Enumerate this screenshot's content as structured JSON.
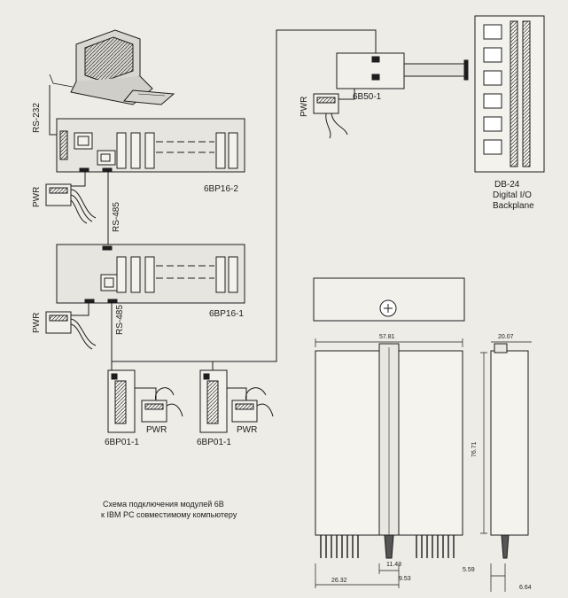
{
  "labels": {
    "rs232": "RS-232",
    "rs485_top": "RS-485",
    "rs485_bottom": "RS-485",
    "pwr_top_left": "PWR",
    "pwr_mid_left": "PWR",
    "pwr_6b50": "PWR",
    "pwr_module_1": "PWR",
    "pwr_module_2": "PWR",
    "backplane_top": "6BP16-2",
    "backplane_mid": "6BP16-1",
    "module_6b50": "6B50-1",
    "module_1": "6BP01-1",
    "module_2": "6BP01-1",
    "db24_line1": "DB-24",
    "db24_line2": "Digital I/O",
    "db24_line3": "Backplane",
    "caption_line1": "Схема подключения модулей 6B",
    "caption_line2": "к IBM PC совместимому компьютеру"
  },
  "dimensions": {
    "width_front": "57.81",
    "width_side": "20.07",
    "height": "76.71",
    "d_11_43": "11.43",
    "d_26_32": "26.32",
    "d_9_53": "9.53",
    "d_5_59": "5.59",
    "d_6_64": "6.64"
  },
  "colors": {
    "ink": "#1d1d1d",
    "paper": "#edece7"
  }
}
